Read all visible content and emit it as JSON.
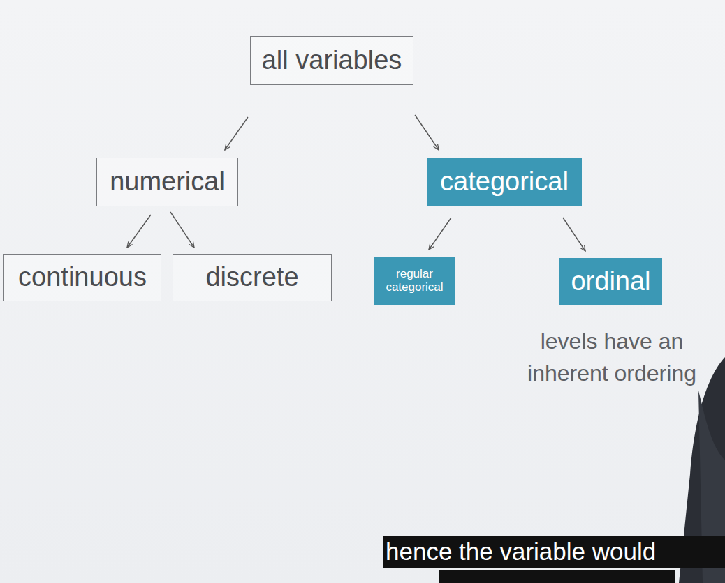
{
  "diagram": {
    "nodes": [
      {
        "text": [
          "all variables"
        ]
      },
      {
        "text": [
          "numerical"
        ]
      },
      {
        "text": [
          "categorical"
        ]
      },
      {
        "text": [
          "continuous"
        ]
      },
      {
        "text": [
          "discrete"
        ]
      },
      {
        "text": [
          "regular categorical"
        ]
      },
      {
        "text": [
          "ordinal"
        ]
      }
    ],
    "edges": [
      {
        "from": 0,
        "to": 1,
        "arrow": "to"
      },
      {
        "from": 0,
        "to": 2,
        "arrow": "to"
      },
      {
        "from": 1,
        "to": 3,
        "arrow": "to"
      },
      {
        "from": 1,
        "to": 4,
        "arrow": "to"
      },
      {
        "from": 2,
        "to": 5,
        "arrow": "to"
      },
      {
        "from": 2,
        "to": 6,
        "arrow": "to"
      }
    ],
    "labels": [
      "levels have an inherent ordering",
      "hence the variable would"
    ]
  }
}
